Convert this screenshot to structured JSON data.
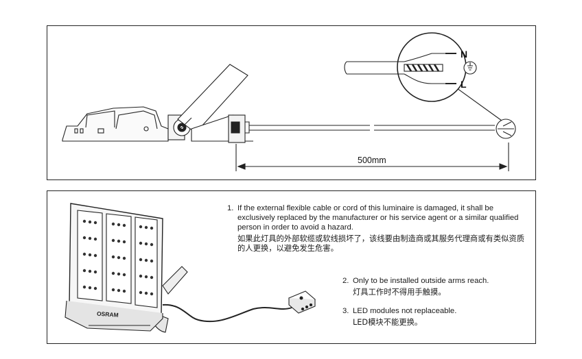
{
  "top_diagram": {
    "dimension_label": "500mm",
    "wire_label_neutral": "N",
    "wire_label_live": "L",
    "earth_symbol": "earth-ground-icon"
  },
  "bottom_panel": {
    "product_brand": "OSRAM",
    "notes": [
      {
        "number": "1.",
        "en": "If the external flexible cable or cord of this luminaire is damaged, it shall be exclusively replaced by the manufacturer or his service agent or a similar qualified person in order to avoid a hazard.",
        "zh": "如果此灯具的外部软缆或软线损坏了，该线要由制造商或其服务代理商或有类似资质的人更换，以避免发生危害。"
      },
      {
        "number": "2.",
        "en": "Only to be installed outside arms reach.",
        "zh": "灯具工作时不得用手触摸。"
      },
      {
        "number": "3.",
        "en": "LED modules not replaceable.",
        "zh": "LED模块不能更换。"
      }
    ]
  }
}
